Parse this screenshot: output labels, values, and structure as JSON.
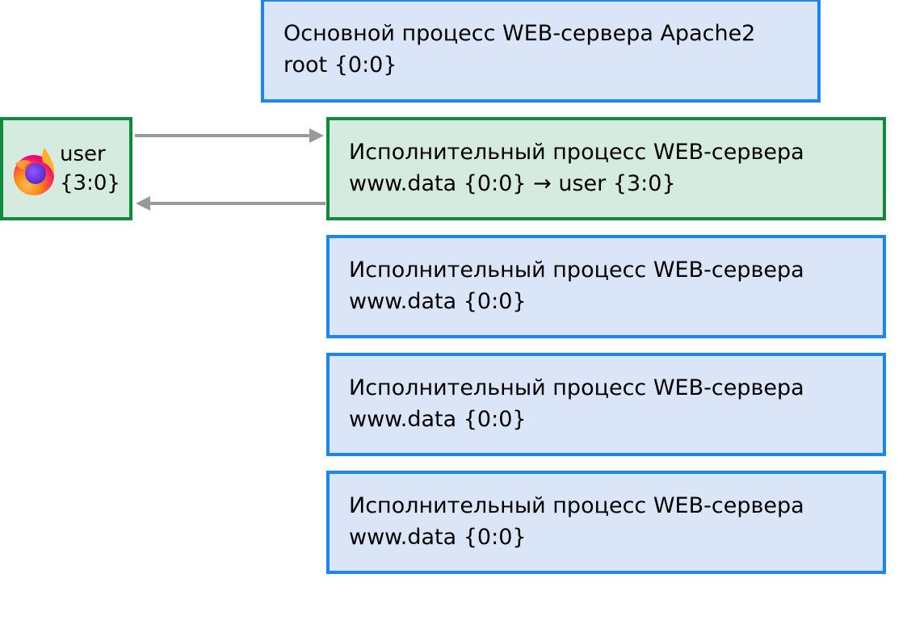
{
  "main_process": {
    "title": "Основной процесс WEB-сервера Apache2",
    "user": "root {0:0}"
  },
  "client": {
    "icon": "firefox-icon",
    "user": "user",
    "ids": "{3:0}"
  },
  "workers": [
    {
      "title": "Исполнительный процесс WEB-сервера",
      "user": "www.data {0:0} → user {3:0}",
      "active": true
    },
    {
      "title": "Исполнительный процесс WEB-сервера",
      "user": "www.data {0:0}",
      "active": false
    },
    {
      "title": "Исполнительный процесс WEB-сервера",
      "user": "www.data {0:0}",
      "active": false
    },
    {
      "title": "Исполнительный процесс WEB-сервера",
      "user": "www.data {0:0}",
      "active": false
    }
  ],
  "connections": [
    {
      "from": "client",
      "to": "worker-1",
      "direction": "request"
    },
    {
      "from": "worker-1",
      "to": "client",
      "direction": "response"
    }
  ],
  "colors": {
    "blue_border": "#1a86f5",
    "blue_fill": "#dae5f7",
    "green_border": "#0f8a3d",
    "green_fill": "#d5ebe0",
    "arrow": "#999999"
  }
}
